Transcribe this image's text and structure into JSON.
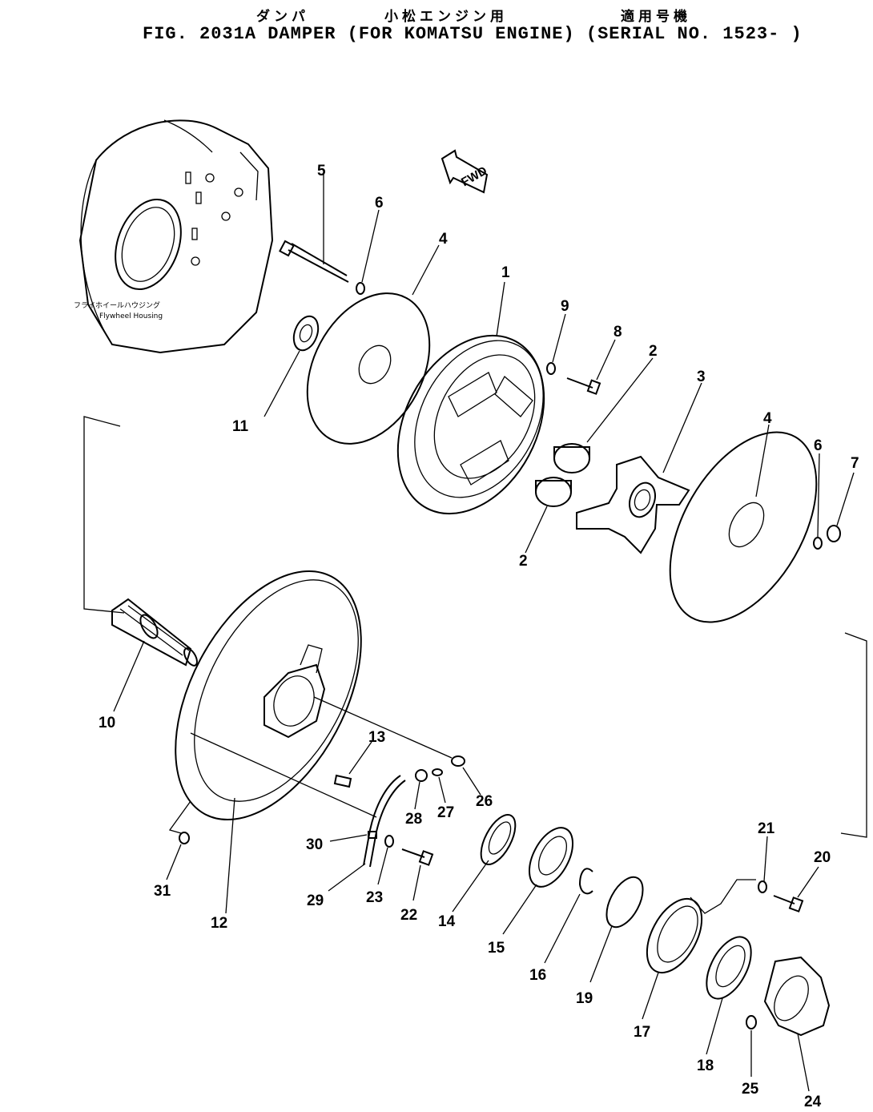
{
  "header": {
    "jp_part": "ダンパ",
    "jp_engine": "小松エンジン用",
    "jp_serial": "適用号機",
    "title": "FIG. 2031A   DAMPER (FOR KOMATSU ENGINE) (SERIAL NO. 1523- )"
  },
  "flywheel_housing": {
    "label_jp": "フライホイールハウジング",
    "label_en": "Flywheel Housing"
  },
  "direction": {
    "label": "FWD"
  },
  "callouts": {
    "p1": "1",
    "p2a": "2",
    "p2b": "2",
    "p3": "3",
    "p4a": "4",
    "p4b": "4",
    "p5": "5",
    "p6a": "6",
    "p6b": "6",
    "p7": "7",
    "p8": "8",
    "p9": "9",
    "p10": "10",
    "p11": "11",
    "p12": "12",
    "p13": "13",
    "p14": "14",
    "p15": "15",
    "p16": "16",
    "p17": "17",
    "p18": "18",
    "p19": "19",
    "p20": "20",
    "p21": "21",
    "p22": "22",
    "p23": "23",
    "p24": "24",
    "p25": "25",
    "p26": "26",
    "p27": "27",
    "p28": "28",
    "p29": "29",
    "p30": "30",
    "p31": "31"
  }
}
